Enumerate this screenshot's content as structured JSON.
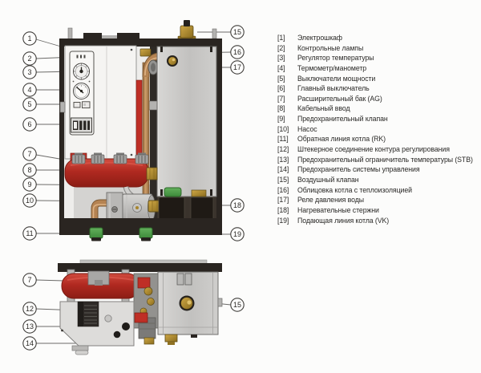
{
  "legend": {
    "items": [
      {
        "num": "[1]",
        "label": "Электрошкаф"
      },
      {
        "num": "[2]",
        "label": "Контрольные лампы"
      },
      {
        "num": "[3]",
        "label": "Регулятор температуры"
      },
      {
        "num": "[4]",
        "label": "Термометр/манометр"
      },
      {
        "num": "[5]",
        "label": "Выключатели мощности"
      },
      {
        "num": "[6]",
        "label": "Главный выключатель"
      },
      {
        "num": "[7]",
        "label": "Расширительный бак (AG)"
      },
      {
        "num": "[8]",
        "label": "Кабельный ввод"
      },
      {
        "num": "[9]",
        "label": "Предохранительный клапан"
      },
      {
        "num": "[10]",
        "label": "Насос"
      },
      {
        "num": "[11]",
        "label": "Обратная линия котла (RK)"
      },
      {
        "num": "[12]",
        "label": "Штекерное соединение контура регулирования"
      },
      {
        "num": "[13]",
        "label": "Предохранительный ограничитель температуры (STB)"
      },
      {
        "num": "[14]",
        "label": "Предохранитель системы управления"
      },
      {
        "num": "[15]",
        "label": "Воздушный клапан"
      },
      {
        "num": "[16]",
        "label": "Облицовка котла с теплоизоляцией"
      },
      {
        "num": "[17]",
        "label": "Реле давления воды"
      },
      {
        "num": "[18]",
        "label": "Нагревательные стержни"
      },
      {
        "num": "[19]",
        "label": "Подающая линия котла (VK)"
      }
    ]
  },
  "callouts": {
    "front_view": [
      "1",
      "2",
      "3",
      "4",
      "5",
      "6",
      "7",
      "8",
      "9",
      "10",
      "11",
      "15",
      "16",
      "17",
      "18",
      "19"
    ],
    "bottom_view": [
      "7",
      "12",
      "13",
      "14",
      "15"
    ]
  },
  "colors": {
    "frame": "#2a2521",
    "red": "#bf2f26",
    "copper": "#b58352",
    "brass": "#b1892f",
    "green": "#4fa04b",
    "panel_gray": "#c9c8c6"
  }
}
